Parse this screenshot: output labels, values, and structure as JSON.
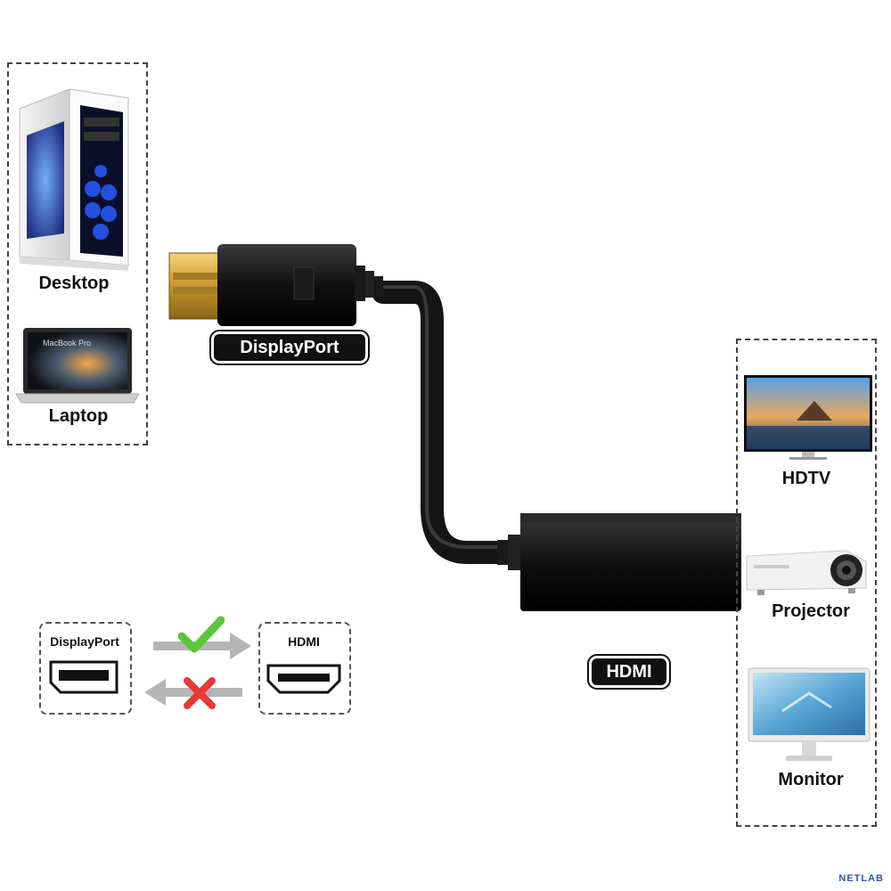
{
  "source_devices": {
    "desktop_label": "Desktop",
    "laptop_label": "Laptop",
    "laptop_screen_text": "MacBook Pro"
  },
  "cable": {
    "input_label": "DisplayPort",
    "output_label": "HDMI"
  },
  "direction_diagram": {
    "left_label": "DisplayPort",
    "right_label": "HDMI"
  },
  "target_devices": {
    "hdtv_label": "HDTV",
    "projector_label": "Projector",
    "monitor_label": "Monitor"
  },
  "watermark": {
    "brand": "NETLAB"
  },
  "colors": {
    "check": "#5cc63a",
    "cross": "#e53935",
    "arrow": "#b5b5b5",
    "gold": "#d9b046"
  }
}
